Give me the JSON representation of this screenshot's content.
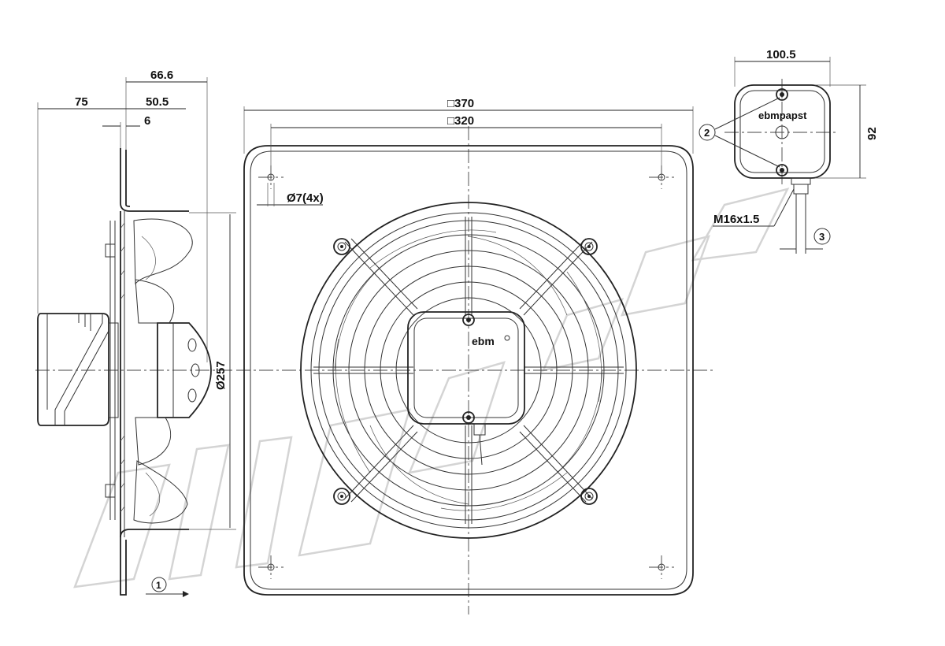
{
  "dimensions": {
    "depth_total": "66.6",
    "motor_depth": "75",
    "plate_depth": "50.5",
    "plate_offset": "6",
    "fan_diameter": "Ø257",
    "plate_size_outer": "□370",
    "plate_size_holes": "□320",
    "mount_holes": "Ø7(4x)",
    "box_width": "100.5",
    "box_height": "92",
    "cable_gland": "M16x1.5"
  },
  "callouts": {
    "flow_direction": "1",
    "screws": "2",
    "cable": "3"
  },
  "brand": {
    "box_label": "ebmpapst",
    "hub_label": "ebm"
  }
}
